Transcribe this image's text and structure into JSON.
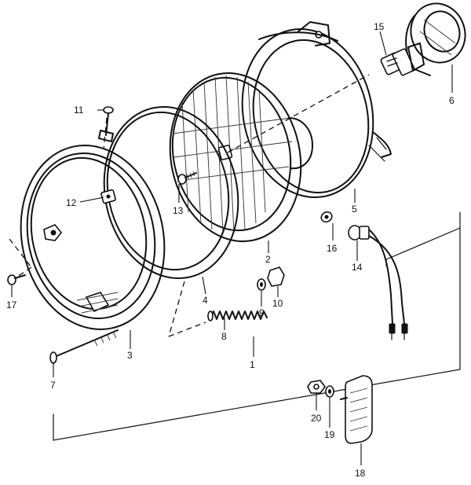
{
  "parts": [
    {
      "id": "p1",
      "number": "1"
    },
    {
      "id": "p2",
      "number": "2"
    },
    {
      "id": "p3",
      "number": "3"
    },
    {
      "id": "p4",
      "number": "4"
    },
    {
      "id": "p5",
      "number": "5"
    },
    {
      "id": "p6",
      "number": "6"
    },
    {
      "id": "p7",
      "number": "7"
    },
    {
      "id": "p8",
      "number": "8"
    },
    {
      "id": "p9",
      "number": "9"
    },
    {
      "id": "p10",
      "number": "10"
    },
    {
      "id": "p11",
      "number": "11"
    },
    {
      "id": "p12",
      "number": "12"
    },
    {
      "id": "p13",
      "number": "13"
    },
    {
      "id": "p14",
      "number": "14"
    },
    {
      "id": "p15",
      "number": "15"
    },
    {
      "id": "p16",
      "number": "16"
    },
    {
      "id": "p17",
      "number": "17"
    },
    {
      "id": "p18",
      "number": "18"
    },
    {
      "id": "p19",
      "number": "19"
    },
    {
      "id": "p20",
      "number": "20"
    }
  ]
}
